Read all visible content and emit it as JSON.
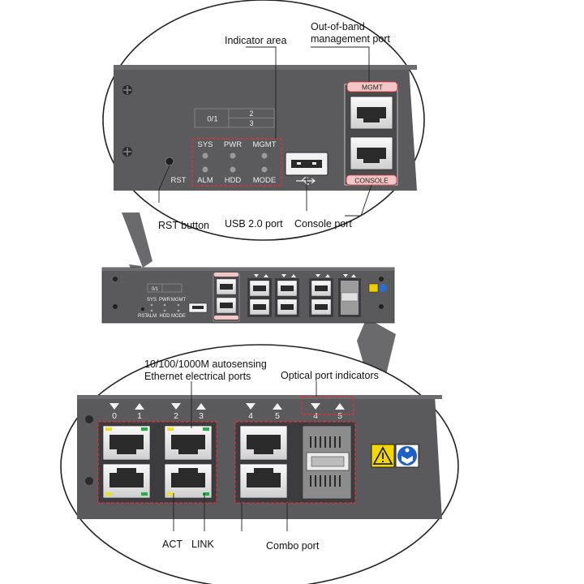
{
  "callouts": {
    "indicator_area": "Indicator area",
    "oob_line1": "Out-of-band",
    "oob_line2": "management port",
    "rst_button": "RST button",
    "usb_port": "USB 2.0 port",
    "console_port": "Console port",
    "ethernet_line1": "10/100/1000M autosensing",
    "ethernet_line2": "Ethernet electrical ports",
    "optical_indicators": "Optical port indicators",
    "act": "ACT",
    "link": "LINK",
    "combo_port": "Combo port"
  },
  "top_panel": {
    "slot": "0/1",
    "slot_a": "2",
    "slot_b": "3",
    "ind_sys": "SYS",
    "ind_pwr": "PWR",
    "ind_mgmt": "MGMT",
    "ind_alm": "ALM",
    "ind_hdd": "HDD",
    "ind_mode": "MODE",
    "rst": "RST",
    "mgmt_tag": "MGMT",
    "console_tag": "CONSOLE"
  },
  "bottom_panel": {
    "port_numbers": [
      "0",
      "1",
      "2",
      "3",
      "4",
      "5",
      "4",
      "5"
    ]
  },
  "colors": {
    "panel": "#5b5b5d",
    "panel_dark": "#3c3c3e",
    "highlight": "#e0303a",
    "tag_pink": "#f2c6c6",
    "led_yellow": "#f0e020",
    "led_green": "#1fb040"
  }
}
